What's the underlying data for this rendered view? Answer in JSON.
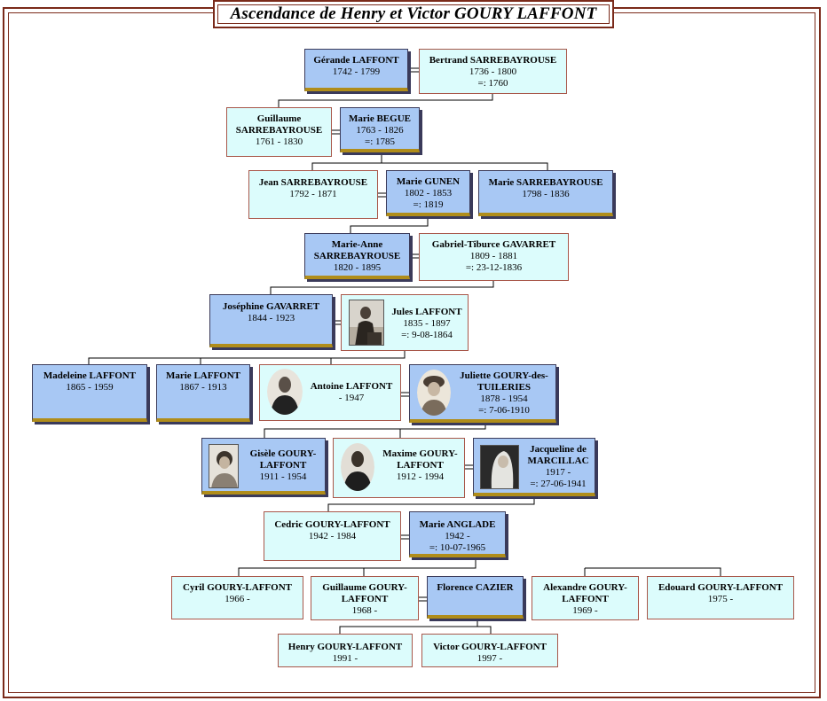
{
  "title": "Ascendance de Henry et Victor GOURY LAFFONT",
  "people": {
    "gerande": {
      "name": "Gérande LAFFONT",
      "dates": "1742 - 1799"
    },
    "bertrand": {
      "name": "Bertrand SARREBAYROUSE",
      "dates": "1736 - 1800",
      "marriage": "=: 1760"
    },
    "guillaume_s": {
      "name": "Guillaume SARREBAYROUSE",
      "dates": "1761 - 1830"
    },
    "marie_begue": {
      "name": "Marie BEGUE",
      "dates": "1763 - 1826",
      "marriage": "=: 1785"
    },
    "jean_s": {
      "name": "Jean SARREBAYROUSE",
      "dates": "1792 - 1871"
    },
    "marie_gunen": {
      "name": "Marie GUNEN",
      "dates": "1802 - 1853",
      "marriage": "=: 1819"
    },
    "marie_s": {
      "name": "Marie SARREBAYROUSE",
      "dates": "1798 - 1836"
    },
    "marie_anne": {
      "name": "Marie-Anne SARREBAYROUSE",
      "dates": "1820 - 1895"
    },
    "gabriel": {
      "name": "Gabriel-Tiburce GAVARRET",
      "dates": "1809 - 1881",
      "marriage": "=: 23-12-1836"
    },
    "josephine": {
      "name": "Joséphine GAVARRET",
      "dates": "1844 - 1923"
    },
    "jules": {
      "name": "Jules LAFFONT",
      "dates": "1835 - 1897",
      "marriage": "=: 9-08-1864"
    },
    "madeleine": {
      "name": "Madeleine LAFFONT",
      "dates": "1865 - 1959"
    },
    "marie_l": {
      "name": "Marie LAFFONT",
      "dates": "1867 - 1913"
    },
    "antoine": {
      "name": "Antoine LAFFONT",
      "dates": "- 1947"
    },
    "juliette": {
      "name": "Juliette GOURY-des-TUILERIES",
      "dates": "1878 - 1954",
      "marriage": "=: 7-06-1910"
    },
    "gisele": {
      "name": "Gisèle GOURY-LAFFONT",
      "dates": "1911 - 1954"
    },
    "maxime": {
      "name": "Maxime GOURY-LAFFONT",
      "dates": "1912 - 1994"
    },
    "jacqueline": {
      "name": "Jacqueline de MARCILLAC",
      "dates": "1917 -",
      "marriage": "=: 27-06-1941"
    },
    "cedric": {
      "name": "Cedric GOURY-LAFFONT",
      "dates": "1942 - 1984"
    },
    "marie_anglade": {
      "name": "Marie ANGLADE",
      "dates": "1942 -",
      "marriage": "=: 10-07-1965"
    },
    "cyril": {
      "name": "Cyril GOURY-LAFFONT",
      "dates": "1966 -"
    },
    "guillaume_g": {
      "name": "Guillaume GOURY-LAFFONT",
      "dates": "1968 -"
    },
    "florence": {
      "name": "Florence CAZIER"
    },
    "alexandre": {
      "name": "Alexandre GOURY-LAFFONT",
      "dates": "1969 -"
    },
    "edouard": {
      "name": "Edouard GOURY-LAFFONT",
      "dates": "1975 -"
    },
    "henry": {
      "name": "Henry GOURY-LAFFONT",
      "dates": "1991 -"
    },
    "victor": {
      "name": "Victor GOURY-LAFFONT",
      "dates": "1997 -"
    }
  },
  "colors": {
    "direct_line": "#a8c8f4",
    "other": "#dcfcfc",
    "frame": "#7a2a1a",
    "underline": "#b08d1a"
  }
}
